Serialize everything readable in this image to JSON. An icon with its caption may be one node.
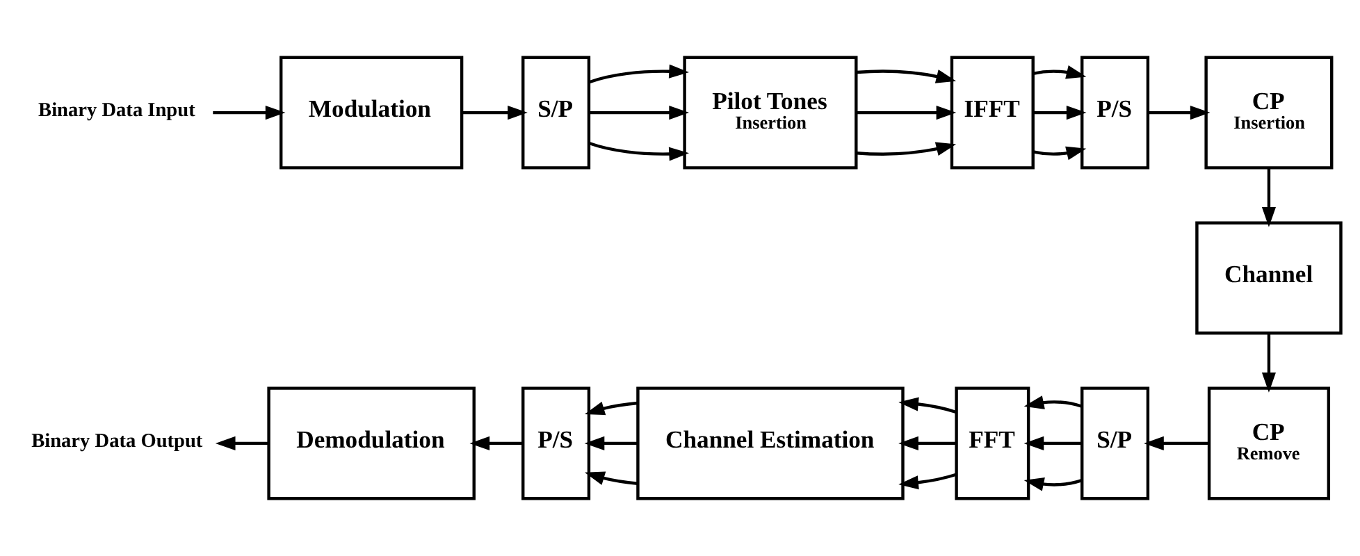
{
  "diagram": {
    "nodes": [
      {
        "text": [
          "Binary Data Input"
        ]
      },
      {
        "text": [
          "Modulation"
        ]
      },
      {
        "text": [
          "S/P"
        ]
      },
      {
        "text": [
          "Pilot Tones",
          "Insertion"
        ]
      },
      {
        "text": [
          "IFFT"
        ]
      },
      {
        "text": [
          "P/S"
        ]
      },
      {
        "text": [
          "CP",
          "Insertion"
        ]
      },
      {
        "text": [
          "Channel"
        ]
      },
      {
        "text": [
          "CP",
          "Remove"
        ]
      },
      {
        "text": [
          "S/P"
        ]
      },
      {
        "text": [
          "FFT"
        ]
      },
      {
        "text": [
          "Channel Estimation"
        ]
      },
      {
        "text": [
          "P/S"
        ]
      },
      {
        "text": [
          "Demodulation"
        ]
      },
      {
        "text": [
          "Binary Data Output"
        ]
      }
    ],
    "edges": [
      {
        "from": 0,
        "to": 1,
        "arrow": "to"
      },
      {
        "from": 1,
        "to": 2,
        "arrow": "to"
      },
      {
        "from": 2,
        "to": 3,
        "arrow": "to"
      },
      {
        "from": 2,
        "to": 3,
        "arrow": "to"
      },
      {
        "from": 2,
        "to": 3,
        "arrow": "to"
      },
      {
        "from": 3,
        "to": 4,
        "arrow": "to"
      },
      {
        "from": 3,
        "to": 4,
        "arrow": "to"
      },
      {
        "from": 3,
        "to": 4,
        "arrow": "to"
      },
      {
        "from": 4,
        "to": 5,
        "arrow": "to"
      },
      {
        "from": 4,
        "to": 5,
        "arrow": "to"
      },
      {
        "from": 4,
        "to": 5,
        "arrow": "to"
      },
      {
        "from": 5,
        "to": 6,
        "arrow": "to"
      },
      {
        "from": 6,
        "to": 7,
        "arrow": "to"
      },
      {
        "from": 7,
        "to": 8,
        "arrow": "to"
      },
      {
        "from": 8,
        "to": 9,
        "arrow": "to"
      },
      {
        "from": 9,
        "to": 10,
        "arrow": "to"
      },
      {
        "from": 9,
        "to": 10,
        "arrow": "to"
      },
      {
        "from": 9,
        "to": 10,
        "arrow": "to"
      },
      {
        "from": 10,
        "to": 11,
        "arrow": "to"
      },
      {
        "from": 10,
        "to": 11,
        "arrow": "to"
      },
      {
        "from": 10,
        "to": 11,
        "arrow": "to"
      },
      {
        "from": 11,
        "to": 12,
        "arrow": "to"
      },
      {
        "from": 11,
        "to": 12,
        "arrow": "to"
      },
      {
        "from": 11,
        "to": 12,
        "arrow": "to"
      },
      {
        "from": 12,
        "to": 13,
        "arrow": "to"
      },
      {
        "from": 13,
        "to": 14,
        "arrow": "to"
      }
    ]
  }
}
